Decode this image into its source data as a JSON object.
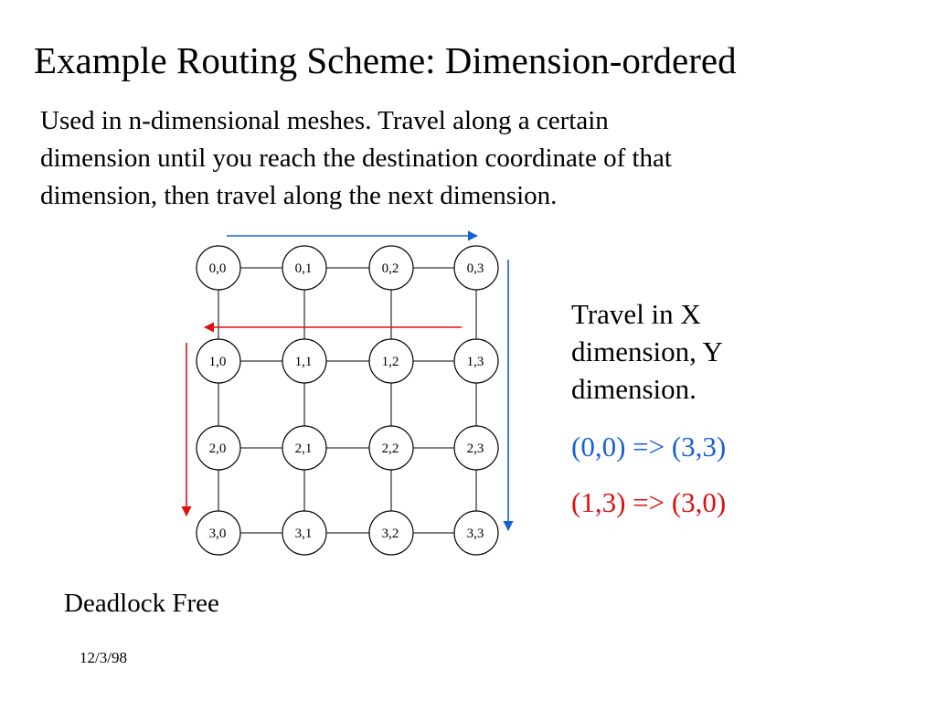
{
  "slide": {
    "title": "Example Routing Scheme: Dimension-ordered",
    "body_lines": [
      "Used in n-dimensional meshes.  Travel along a certain",
      "dimension until you reach the destination coordinate of that",
      "dimension, then travel along the next dimension."
    ],
    "side_lines": [
      "Travel in X",
      "dimension, Y",
      "dimension."
    ],
    "route_blue": "(0,0) => (3,3)",
    "route_red": "(1,3) => (3,0)",
    "footer_note": "Deadlock Free",
    "date": "12/3/98"
  },
  "mesh": {
    "rows": 4,
    "cols": 4,
    "nodes": [
      [
        "0,0",
        "0,1",
        "0,2",
        "0,3"
      ],
      [
        "1,0",
        "1,1",
        "1,2",
        "1,3"
      ],
      [
        "2,0",
        "2,1",
        "2,2",
        "2,3"
      ],
      [
        "3,0",
        "3,1",
        "3,2",
        "3,3"
      ]
    ]
  },
  "colors": {
    "blue": "#1560d8",
    "red": "#e01010",
    "text": "#000000"
  }
}
